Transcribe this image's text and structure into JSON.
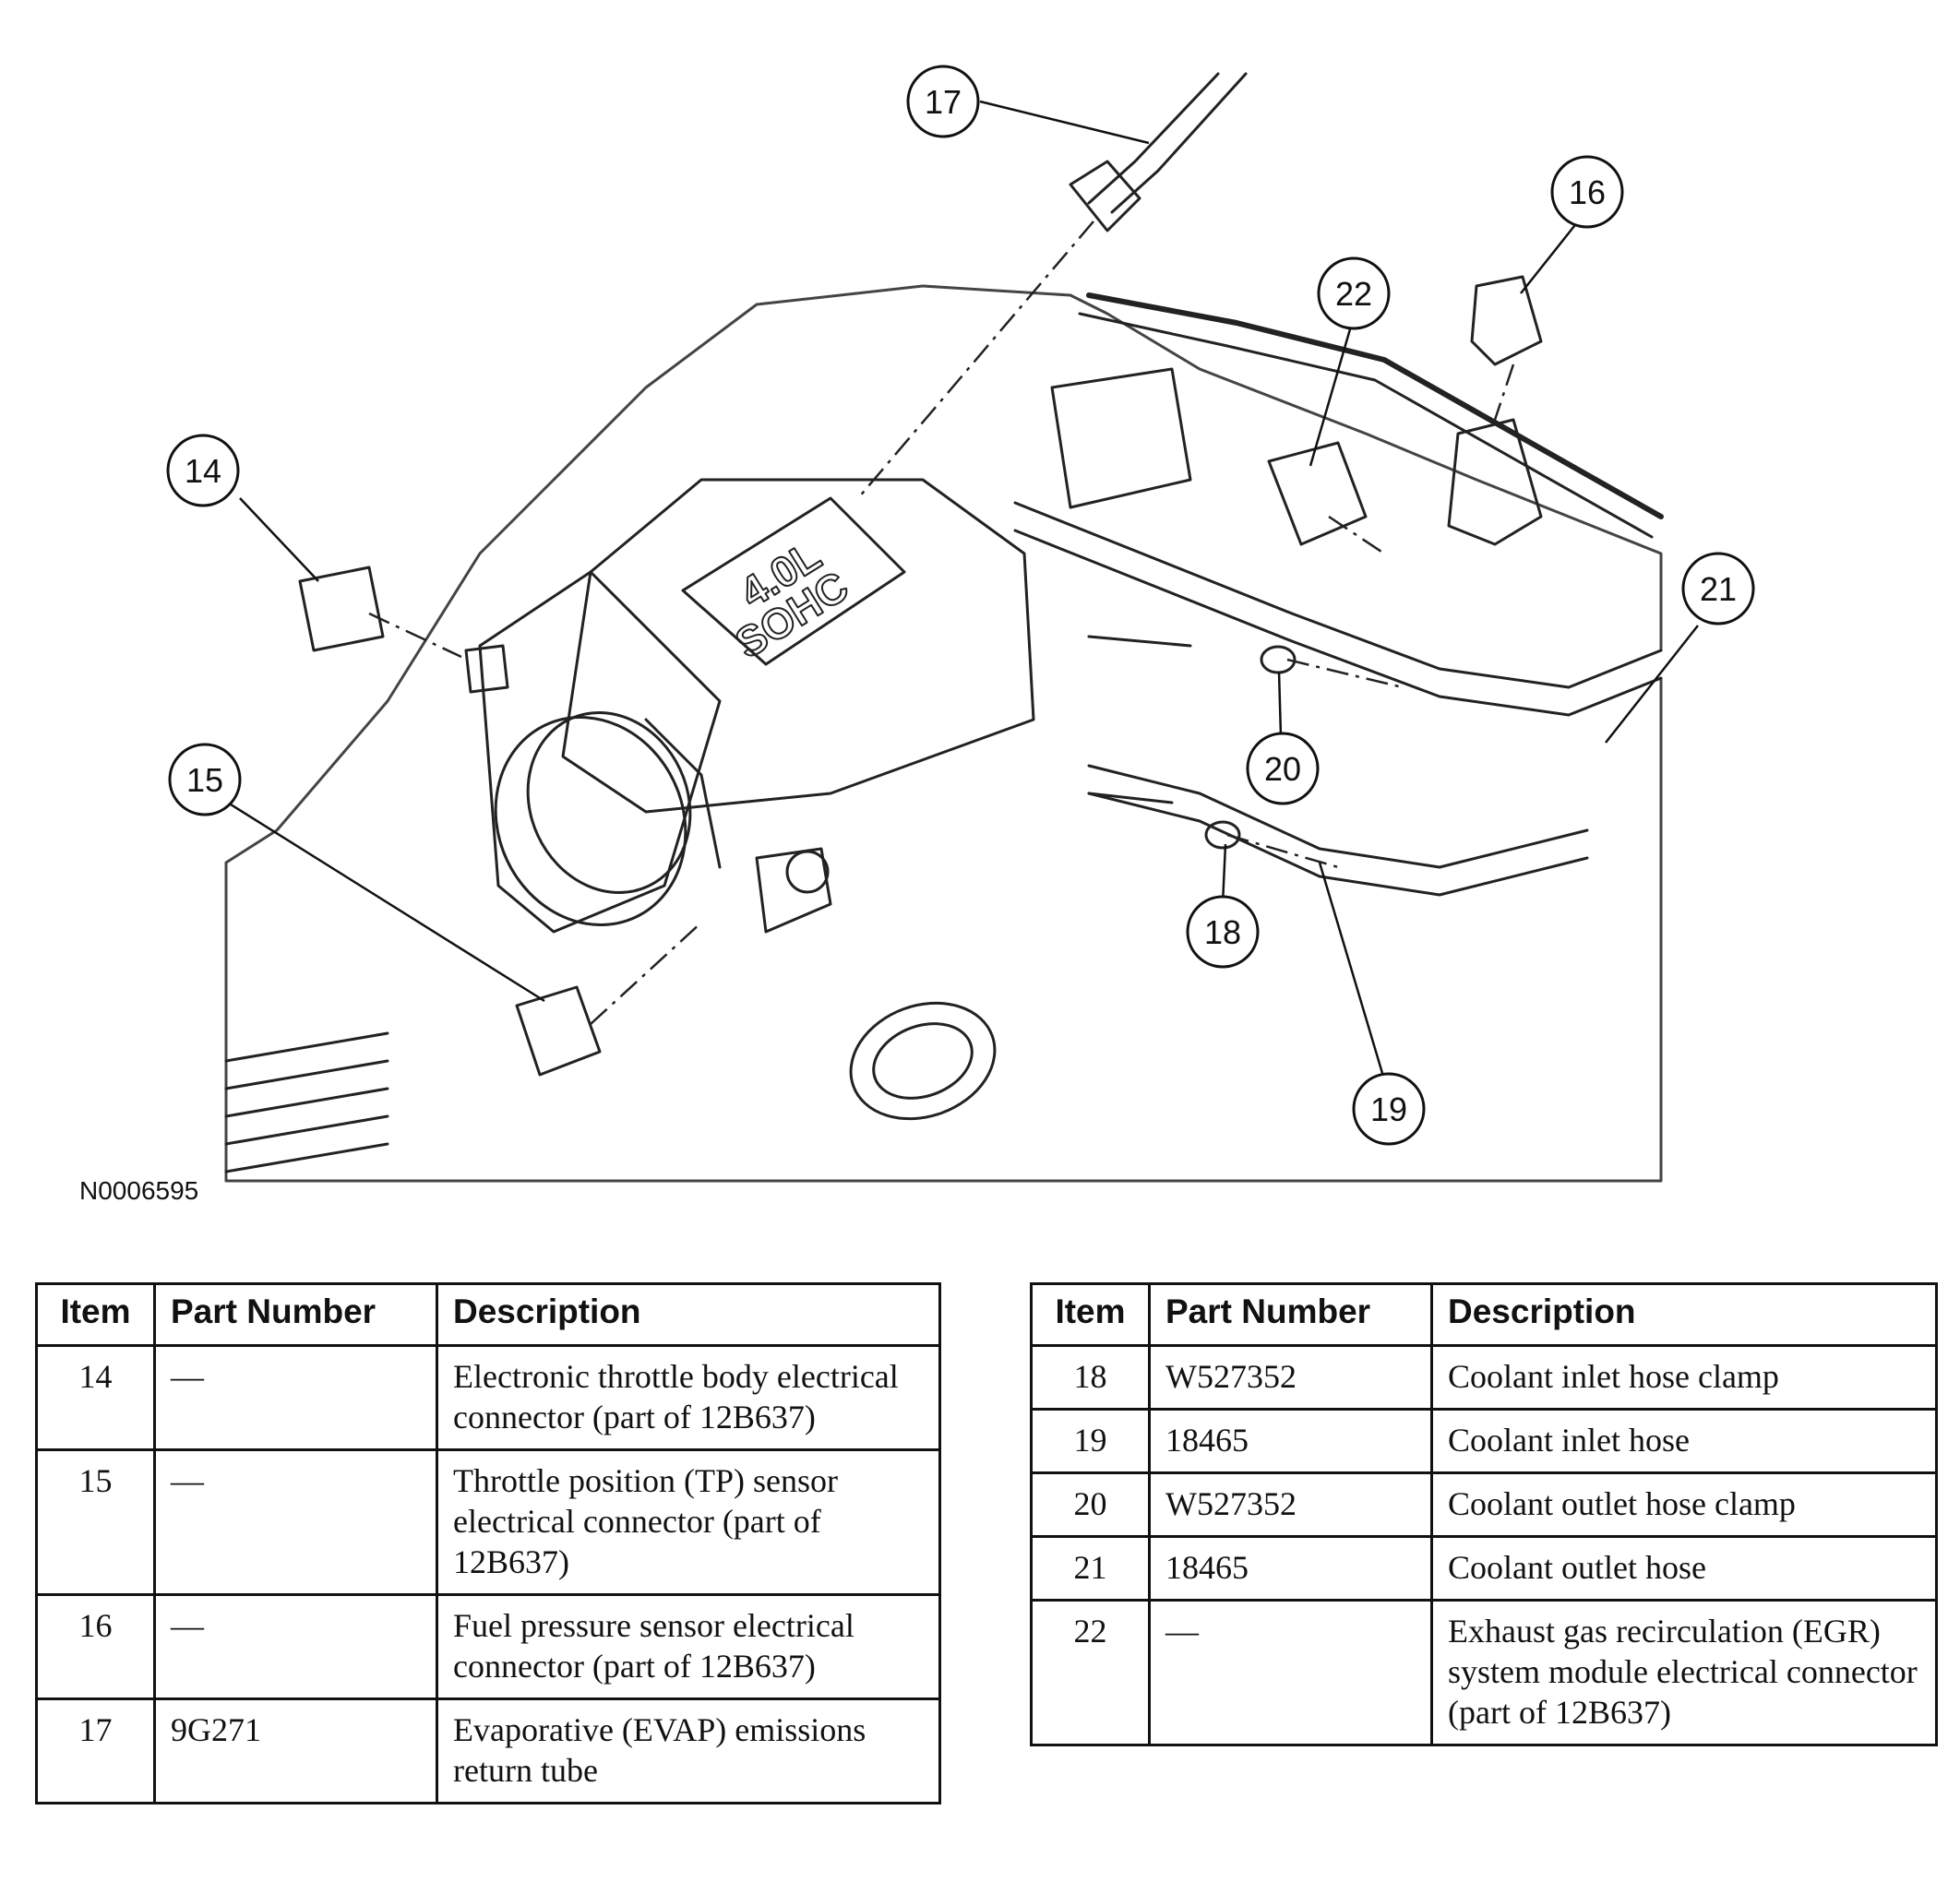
{
  "figure_code": "N0006595",
  "callouts": [
    {
      "id": "14",
      "label": "14"
    },
    {
      "id": "15",
      "label": "15"
    },
    {
      "id": "16",
      "label": "16"
    },
    {
      "id": "17",
      "label": "17"
    },
    {
      "id": "18",
      "label": "18"
    },
    {
      "id": "19",
      "label": "19"
    },
    {
      "id": "20",
      "label": "20"
    },
    {
      "id": "21",
      "label": "21"
    },
    {
      "id": "22",
      "label": "22"
    }
  ],
  "table_left": {
    "headers": {
      "item": "Item",
      "part_number": "Part Number",
      "description": "Description"
    },
    "rows": [
      {
        "item": "14",
        "part_number": "—",
        "description": "Electronic throttle body electrical connector (part of 12B637)"
      },
      {
        "item": "15",
        "part_number": "—",
        "description": "Throttle position (TP) sensor electrical connector (part of 12B637)"
      },
      {
        "item": "16",
        "part_number": "—",
        "description": "Fuel pressure sensor electrical connector (part of 12B637)"
      },
      {
        "item": "17",
        "part_number": "9G271",
        "description": "Evaporative (EVAP) emissions return tube"
      }
    ]
  },
  "table_right": {
    "headers": {
      "item": "Item",
      "part_number": "Part Number",
      "description": "Description"
    },
    "rows": [
      {
        "item": "18",
        "part_number": "W527352",
        "description": "Coolant inlet hose clamp"
      },
      {
        "item": "19",
        "part_number": "18465",
        "description": "Coolant inlet hose"
      },
      {
        "item": "20",
        "part_number": "W527352",
        "description": "Coolant outlet hose clamp"
      },
      {
        "item": "21",
        "part_number": "18465",
        "description": "Coolant outlet hose"
      },
      {
        "item": "22",
        "part_number": "—",
        "description": "Exhaust gas recirculation (EGR) system module electrical connector (part of 12B637)"
      }
    ]
  }
}
